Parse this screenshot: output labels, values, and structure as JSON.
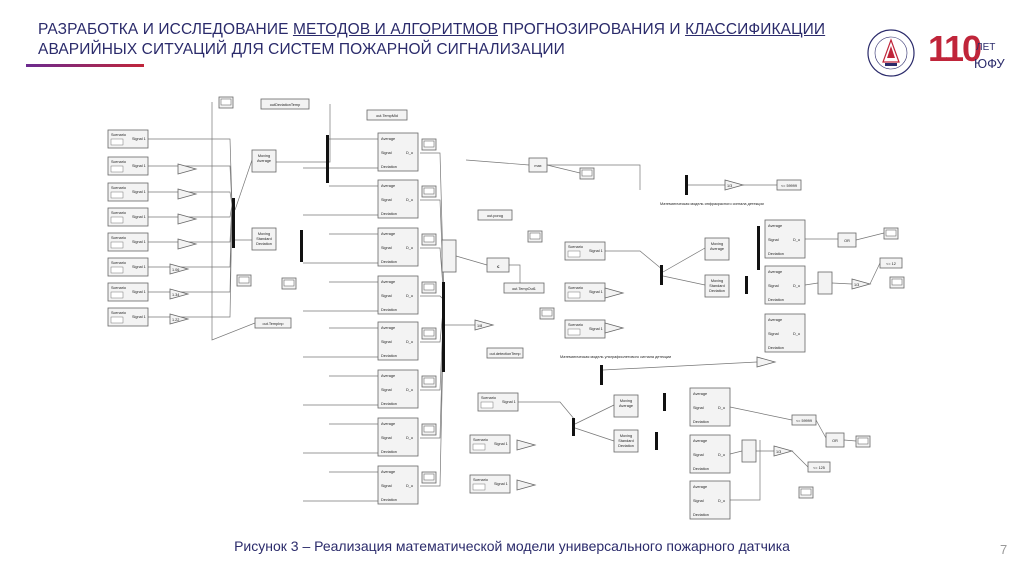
{
  "header": {
    "title_parts": [
      {
        "text": "РАЗРАБОТКА И ИССЛЕДОВАНИЕ ",
        "u": false
      },
      {
        "text": "МЕТОДОВ И АЛГОРИТМОВ",
        "u": true
      },
      {
        "text": " ПРОГНОЗИРОВАНИЯ И ",
        "u": false
      },
      {
        "text": "КЛАССИФИКАЦИИ",
        "u": true
      },
      {
        "text": " АВАРИЙНЫХ СИТУАЦИЙ ДЛЯ СИСТЕМ ПОЖАРНОЙ СИГНАЛИЗАЦИИ",
        "u": false
      }
    ],
    "accent_color": "#c0253a",
    "text_color": "#2b2b6b"
  },
  "logo": {
    "number": "110",
    "top": "ЛЕТ",
    "bottom": "ЮФУ"
  },
  "diagram": {
    "scenario_label": "Scenario",
    "signal_label": "Signal 1",
    "average_label": "Average",
    "signal_in": "Signal",
    "deviation_label": "Deviation",
    "du_label": "D_u",
    "moving_average": [
      "Moving",
      "Average"
    ],
    "moving_std": [
      "Moving",
      "Standard",
      "Deviation"
    ],
    "max_label": "max",
    "or_label": "OR",
    "out_temp_mid": "out.TempMid",
    "out_deviation_temp": "outDeviationTemp",
    "out_porog": "out.porog",
    "out_temp_out": "out.TempOut1",
    "out_temp_inp": "out.TempInp",
    "out_detection_temp": "out.detectionTemp",
    "gains": [
      "1.06",
      "1.34",
      "1.22"
    ],
    "one_third": "1/3",
    "one_eighth": "1/8",
    "cmp_le_12": "<= 12",
    "cmp_le_59999": "<= 59999",
    "cmp_le_125": "<= 125",
    "le_sym": "≤",
    "ir_title": "Математическая модель инфракрасного сигнала детекции",
    "uv_title": "Математическая модель ультрафиолетового сигнала детекции"
  },
  "caption": "Рисунок 3 – Реализация математической модели универсального пожарного датчика",
  "page_number": "7"
}
